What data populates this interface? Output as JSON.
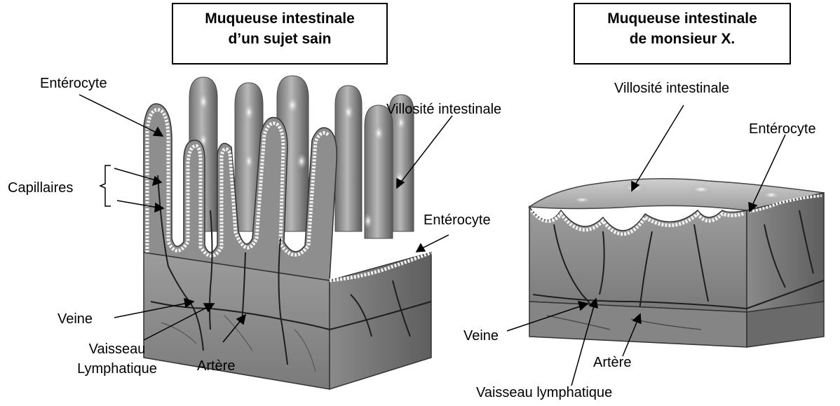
{
  "healthy": {
    "title_line1": "Muqueuse intestinale",
    "title_line2": "d’un sujet sain",
    "labels": {
      "enterocyte_top": "Entérocyte",
      "villosite": "Villosité intestinale",
      "capillaires": "Capillaires",
      "enterocyte_right": "Entérocyte",
      "veine": "Veine",
      "vaisseau_line1": "Vaisseau",
      "vaisseau_line2": "Lymphatique",
      "artere": "Artère"
    }
  },
  "patient": {
    "title_line1": "Muqueuse intestinale",
    "title_line2": "de monsieur X.",
    "labels": {
      "villosite": "Villosité intestinale",
      "enterocyte": "Entérocyte",
      "veine": "Veine",
      "artere": "Artère",
      "vaisseau": "Vaisseau lymphatique"
    }
  }
}
